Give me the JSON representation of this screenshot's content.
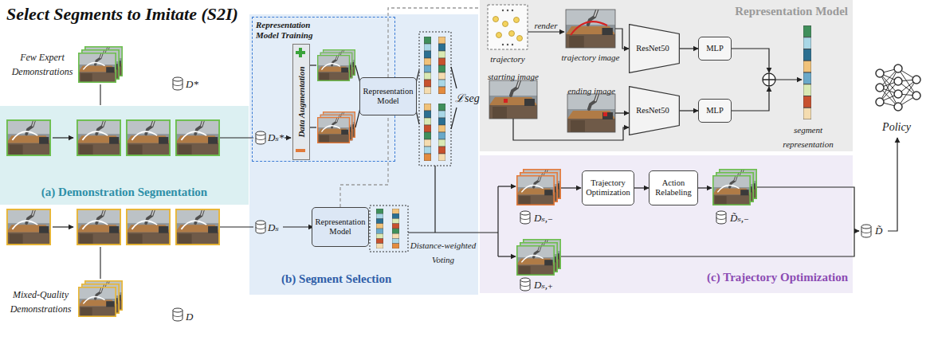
{
  "diagram": {
    "title": "Select Segments to Imitate (S2I)",
    "nodes": [
      {
        "text": [
          "(a) Demonstration Segmentation"
        ]
      },
      {
        "text": [
          "(b) Segment Selection"
        ]
      },
      {
        "text": [
          "Representation Model Training"
        ],
        "in": 1
      },
      {
        "text": [
          "Data Augmentation"
        ],
        "in": 2
      },
      {
        "text": [
          "Representation Model"
        ],
        "in": 2
      },
      {
        "text": [
          "Representation Model"
        ],
        "in": 1
      },
      {
        "text": [
          "Representation Model"
        ]
      },
      {
        "text": [
          "ResNet50"
        ],
        "in": 6
      },
      {
        "text": [
          "MLP"
        ],
        "in": 6
      },
      {
        "text": [
          "ResNet50"
        ],
        "in": 6
      },
      {
        "text": [
          "MLP"
        ],
        "in": 6
      },
      {
        "text": [
          "(c) Trajectory Optimization"
        ]
      },
      {
        "text": [
          "Trajectory Optimization"
        ],
        "in": 11
      },
      {
        "text": [
          "Action Relabeling"
        ],
        "in": 11
      }
    ],
    "edges": [
      {
        "from": 4,
        "to": 6,
        "arrow": "none"
      },
      {
        "from": 5,
        "to": 4,
        "arrow": "none"
      },
      {
        "from": 7,
        "to": 8,
        "arrow": "to"
      },
      {
        "from": 9,
        "to": 10,
        "arrow": "to"
      },
      {
        "from": 12,
        "to": 13,
        "arrow": "to"
      }
    ],
    "labels": [
      "Few Expert Demonstrations",
      "D*",
      "Dₛ*",
      "Dₛ",
      "Mixed-Quality Demonstrations",
      "D",
      "ℒseg",
      "Distance-weighted Voting",
      "trajectory",
      "render",
      "trajectory image",
      "starting image",
      "ending image",
      "segment representation",
      "Dₛ,₋",
      "D̃ₛ,₋",
      "Dₛ,₊",
      "D̃",
      "Policy"
    ]
  }
}
